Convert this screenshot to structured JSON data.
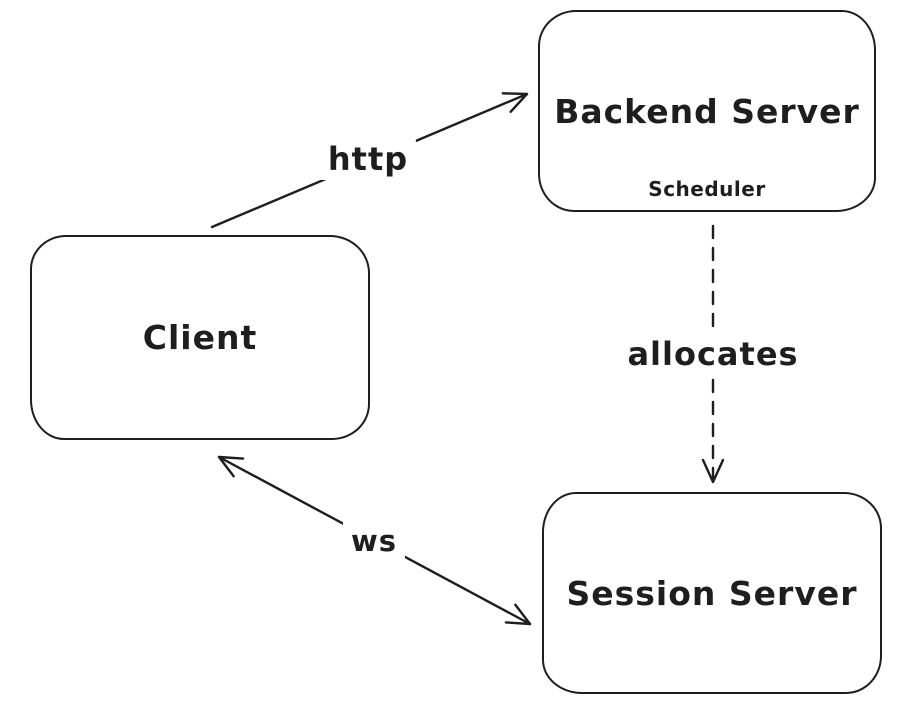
{
  "diagram": {
    "background_color": "#ffffff",
    "stroke_color": "#1e1e1e",
    "nodes": [
      {
        "id": "client",
        "label": "Client"
      },
      {
        "id": "backend",
        "label": "Backend Server",
        "sublabel": "Scheduler"
      },
      {
        "id": "session",
        "label": "Session Server"
      }
    ],
    "edges": [
      {
        "id": "http",
        "label": "http",
        "from": "client",
        "to": "backend",
        "line_style": "solid",
        "arrows": "end"
      },
      {
        "id": "allocates",
        "label": "allocates",
        "from": "backend",
        "to": "session",
        "line_style": "dashed",
        "arrows": "end"
      },
      {
        "id": "ws",
        "label": "ws",
        "from": "client",
        "to": "session",
        "line_style": "solid",
        "arrows": "both"
      }
    ]
  }
}
